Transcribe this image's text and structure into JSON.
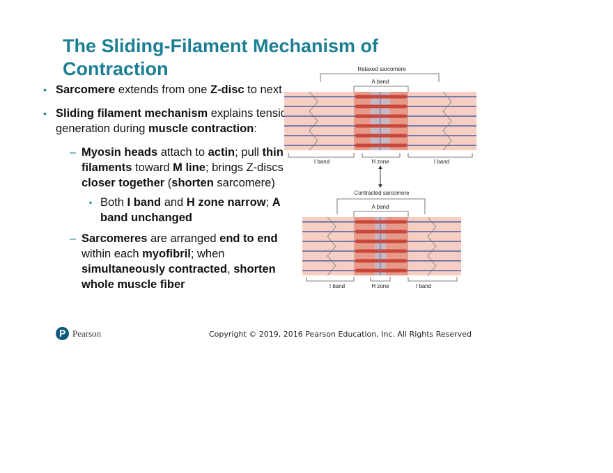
{
  "slide": {
    "title": "The Sliding-Filament Mechanism of Contraction"
  },
  "bullets": [
    {
      "level": 1,
      "segments": [
        {
          "t": "Sarcomere",
          "b": true
        },
        {
          "t": " extends from one "
        },
        {
          "t": "Z-disc",
          "b": true
        },
        {
          "t": " to next"
        }
      ]
    },
    {
      "level": 1,
      "segments": [
        {
          "t": "Sliding filament mechanism",
          "b": true
        },
        {
          "t": " explains tension generation during "
        },
        {
          "t": "muscle contraction",
          "b": true
        },
        {
          "t": ":"
        }
      ]
    },
    {
      "level": 2,
      "segments": [
        {
          "t": "Myosin heads",
          "b": true
        },
        {
          "t": " attach to "
        },
        {
          "t": "actin",
          "b": true
        },
        {
          "t": "; pull "
        },
        {
          "t": "thin filaments",
          "b": true
        },
        {
          "t": " toward "
        },
        {
          "t": "M line",
          "b": true
        },
        {
          "t": "; brings Z-discs "
        },
        {
          "t": "closer together",
          "b": true
        },
        {
          "t": " ("
        },
        {
          "t": "shorten",
          "b": true
        },
        {
          "t": " sarcomere)"
        }
      ]
    },
    {
      "level": 3,
      "segments": [
        {
          "t": "Both "
        },
        {
          "t": "I band",
          "b": true
        },
        {
          "t": " and "
        },
        {
          "t": "H zone narrow",
          "b": true
        },
        {
          "t": "; "
        },
        {
          "t": "A band unchanged",
          "b": true
        }
      ]
    },
    {
      "level": 2,
      "segments": [
        {
          "t": "Sarcomeres",
          "b": true
        },
        {
          "t": " are arranged "
        },
        {
          "t": "end to end",
          "b": true
        },
        {
          "t": " within each "
        },
        {
          "t": "myofibril",
          "b": true
        },
        {
          "t": "; when "
        },
        {
          "t": "simultaneously contracted",
          "b": true
        },
        {
          "t": ", "
        },
        {
          "t": "shorten whole muscle fiber",
          "b": true
        }
      ]
    }
  ],
  "figure": {
    "relaxed_label": "Relaxed sarcomere",
    "contracted_label": "Contracted sarcomere",
    "a_band": "A band",
    "i_band": "I band",
    "h_zone": "H zone",
    "colors": {
      "band_bg": "#f7cfc2",
      "a_band": "#e89a8a",
      "myosin": "#c9473a",
      "actin": "#4a5fa8",
      "hzone": "#b8c6e0"
    }
  },
  "footer": {
    "logo_letter": "P",
    "logo_text": "Pearson",
    "copyright": "Copyright © 2019, 2016 Pearson Education, Inc. All Rights Reserved"
  }
}
